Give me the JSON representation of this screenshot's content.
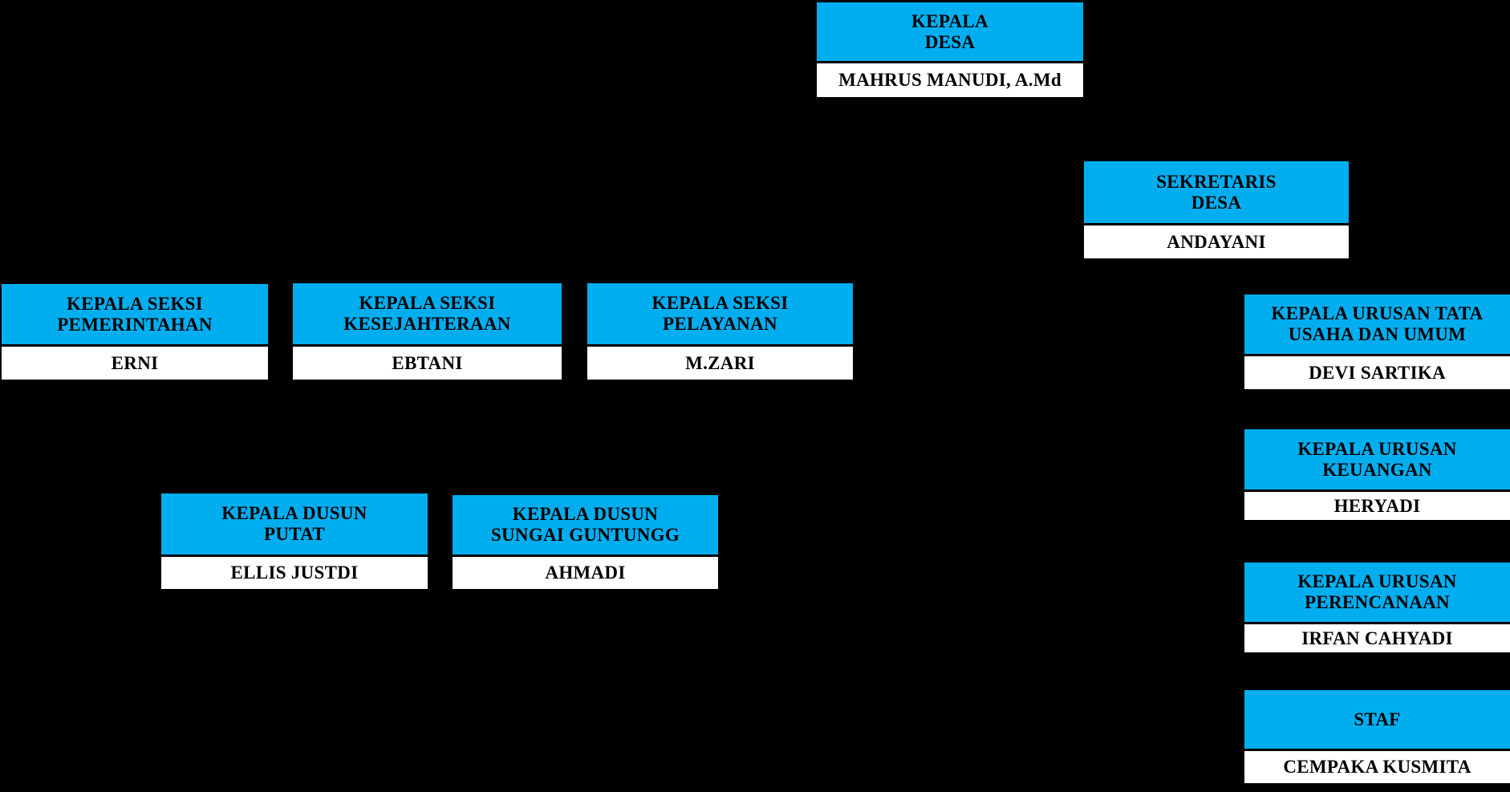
{
  "canvas": {
    "background_color": "#000000",
    "header_color": "#00AEF0",
    "name_plate_color": "#FFFFFF",
    "text_color": "#000000"
  },
  "org": {
    "nodes": {
      "kepala_desa": {
        "title": "KEPALA\nDESA",
        "name": "MAHRUS MANUDI, A.Md"
      },
      "sekretaris_desa": {
        "title": "SEKRETARIS\nDESA",
        "name": "ANDAYANI"
      },
      "seksi_pemerintahan": {
        "title": "KEPALA SEKSI\nPEMERINTAHAN",
        "name": "ERNI"
      },
      "seksi_kesejahteraan": {
        "title": "KEPALA SEKSI\nKESEJAHTERAAN",
        "name": "EBTANI"
      },
      "seksi_pelayanan": {
        "title": "KEPALA SEKSI\nPELAYANAN",
        "name": "M.ZARI"
      },
      "urusan_tata_usaha": {
        "title": "KEPALA URUSAN TATA\nUSAHA DAN UMUM",
        "name": "DEVI SARTIKA"
      },
      "urusan_keuangan": {
        "title": "KEPALA URUSAN\nKEUANGAN",
        "name": "HERYADI"
      },
      "urusan_perencanaan": {
        "title": "KEPALA URUSAN\nPERENCANAAN",
        "name": "IRFAN CAHYADI"
      },
      "staf": {
        "title": "STAF",
        "name": "CEMPAKA KUSMITA"
      },
      "dusun_putat": {
        "title": "KEPALA DUSUN\nPUTAT",
        "name": "ELLIS JUSTDI"
      },
      "dusun_sungai_guntungg": {
        "title": "KEPALA DUSUN\nSUNGAI GUNTUNGG",
        "name": "AHMADI"
      }
    }
  }
}
